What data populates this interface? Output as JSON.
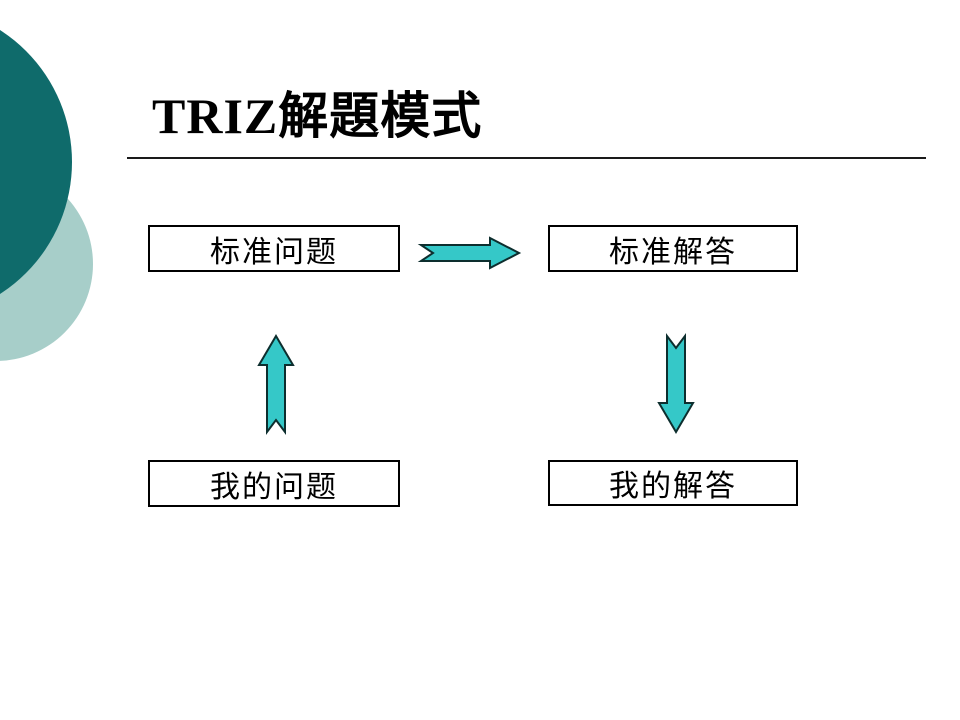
{
  "slide": {
    "title": "TRIZ解題模式",
    "diagram": {
      "standard_problem": "标准问题",
      "standard_solution": "标准解答",
      "my_problem": "我的问题",
      "my_solution": "我的解答"
    },
    "icons": {
      "right_arrow": "right-arrow",
      "up_arrow": "up-arrow",
      "down_arrow": "down-arrow"
    },
    "colors": {
      "arrow_fill": "#35C8C8",
      "arrow_stroke": "#0D2E2E",
      "circle_dark": "#0F6B6B",
      "circle_light": "#A7CEC9",
      "box_border": "#000000",
      "text": "#000000",
      "rule": "#1A1A1A"
    }
  }
}
